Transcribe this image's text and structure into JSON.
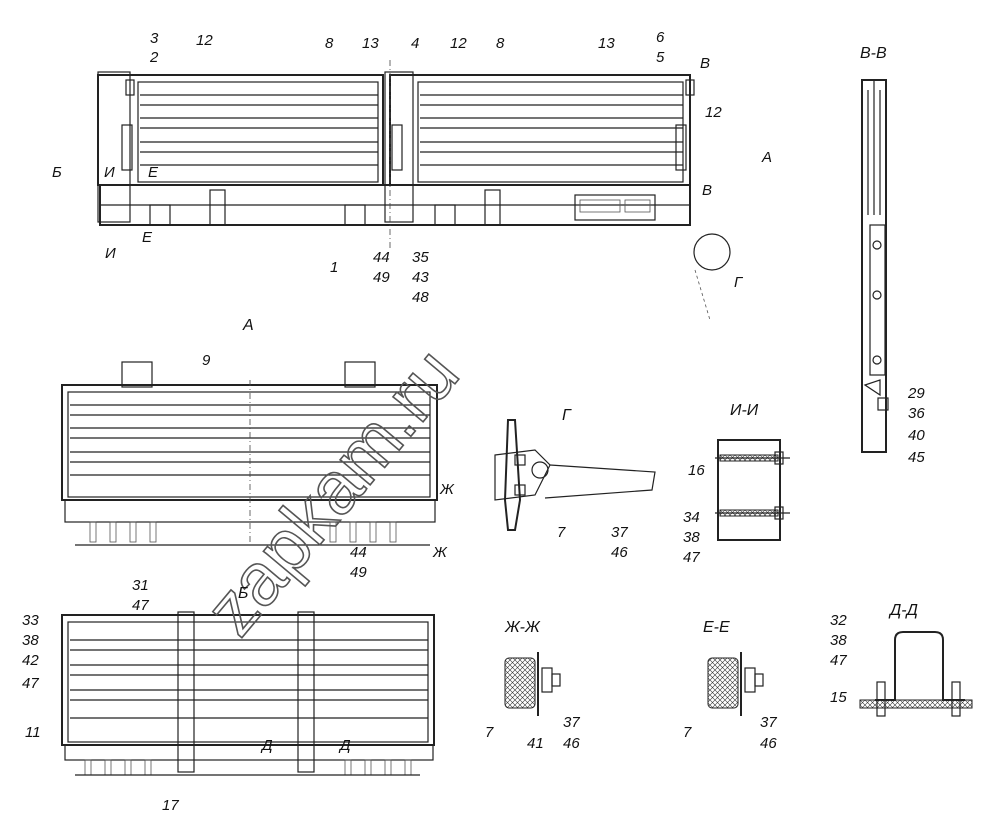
{
  "watermark": "zapkam.ru",
  "views": {
    "A": "А",
    "B": "Б",
    "VV": "В-В",
    "II": "И-И",
    "ZhZh": "Ж-Ж",
    "EE": "Е-Е",
    "DD": "Д-Д",
    "G": "Г"
  },
  "main_labels": {
    "n3": "3",
    "n2": "2",
    "n12a": "12",
    "n8a": "8",
    "n13a": "13",
    "n4": "4",
    "n12b": "12",
    "n8b": "8",
    "n13b": "13",
    "n6": "6",
    "n5": "5",
    "n12c": "12",
    "B_arrow": "Б",
    "I_top": "И",
    "E_top": "Е",
    "I_bot": "И",
    "E_bot": "Е",
    "A_arrow": "А",
    "V_top": "В",
    "V_bot": "В",
    "G_circ": "Г",
    "n44": "44",
    "n49": "49",
    "n35": "35",
    "n43": "43",
    "n48": "48",
    "n1": "1"
  },
  "viewA_labels": {
    "n9": "9",
    "G": "Г",
    "Zh_top": "Ж",
    "Zh_bot": "Ж",
    "n44": "44",
    "n49": "49",
    "n7": "7",
    "n37": "37",
    "n46": "46"
  },
  "vv_labels": {
    "n29": "29",
    "n36": "36",
    "n40": "40",
    "n45": "45"
  },
  "ii_labels": {
    "n16": "16",
    "n34": "34",
    "n38": "38",
    "n47": "47"
  },
  "viewB_labels": {
    "n31": "31",
    "n47a": "47",
    "n33": "33",
    "n38": "38",
    "n42": "42",
    "n47b": "47",
    "n11": "11",
    "D_left": "Д",
    "D_right": "Д",
    "n17": "17"
  },
  "zhzh_labels": {
    "n7": "7",
    "n41": "41",
    "n37": "37",
    "n46": "46"
  },
  "ee_labels": {
    "n7": "7",
    "n37": "37",
    "n46": "46"
  },
  "dd_labels": {
    "n32": "32",
    "n38": "38",
    "n47": "47",
    "n15": "15"
  }
}
